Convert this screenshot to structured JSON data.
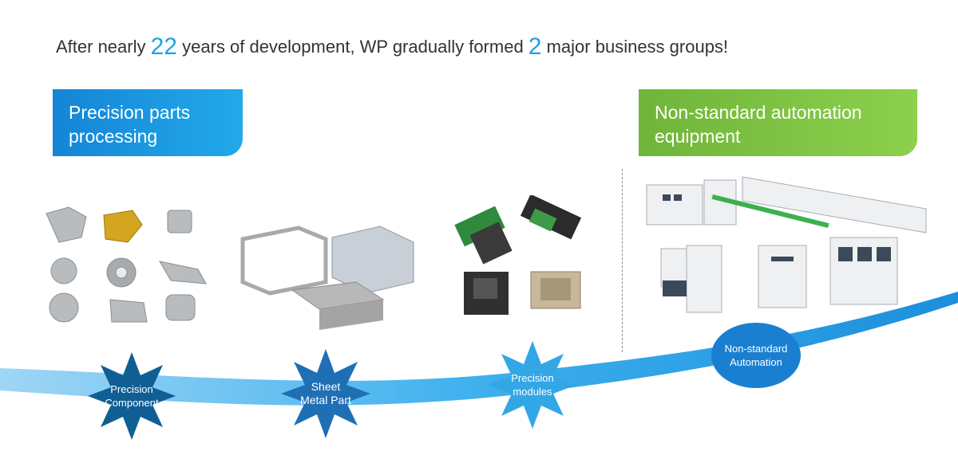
{
  "headline": {
    "part1": "After nearly ",
    "years": "22",
    "part2": " years of development, WP gradually formed ",
    "groups": "2",
    "part3": " major business groups!"
  },
  "banners": {
    "left_line1": "Precision parts",
    "left_line2": "processing",
    "right_line1": "Non-standard automation",
    "right_line2": "equipment"
  },
  "badges": [
    {
      "line1": "Precision",
      "line2": "Component"
    },
    {
      "line1": "Sheet",
      "line2": "Metal Part"
    },
    {
      "line1": "Precision",
      "line2": "modules"
    },
    {
      "line1": "Non-standard",
      "line2": "Automation"
    }
  ],
  "colors": {
    "accent_blue": "#1aa3e8",
    "banner_green": "#7cc243",
    "badge_dark": "#0f5f95",
    "badge_mid": "#1f7fc6",
    "badge_light": "#33a7e6",
    "oval_blue": "#1a7fd0"
  }
}
